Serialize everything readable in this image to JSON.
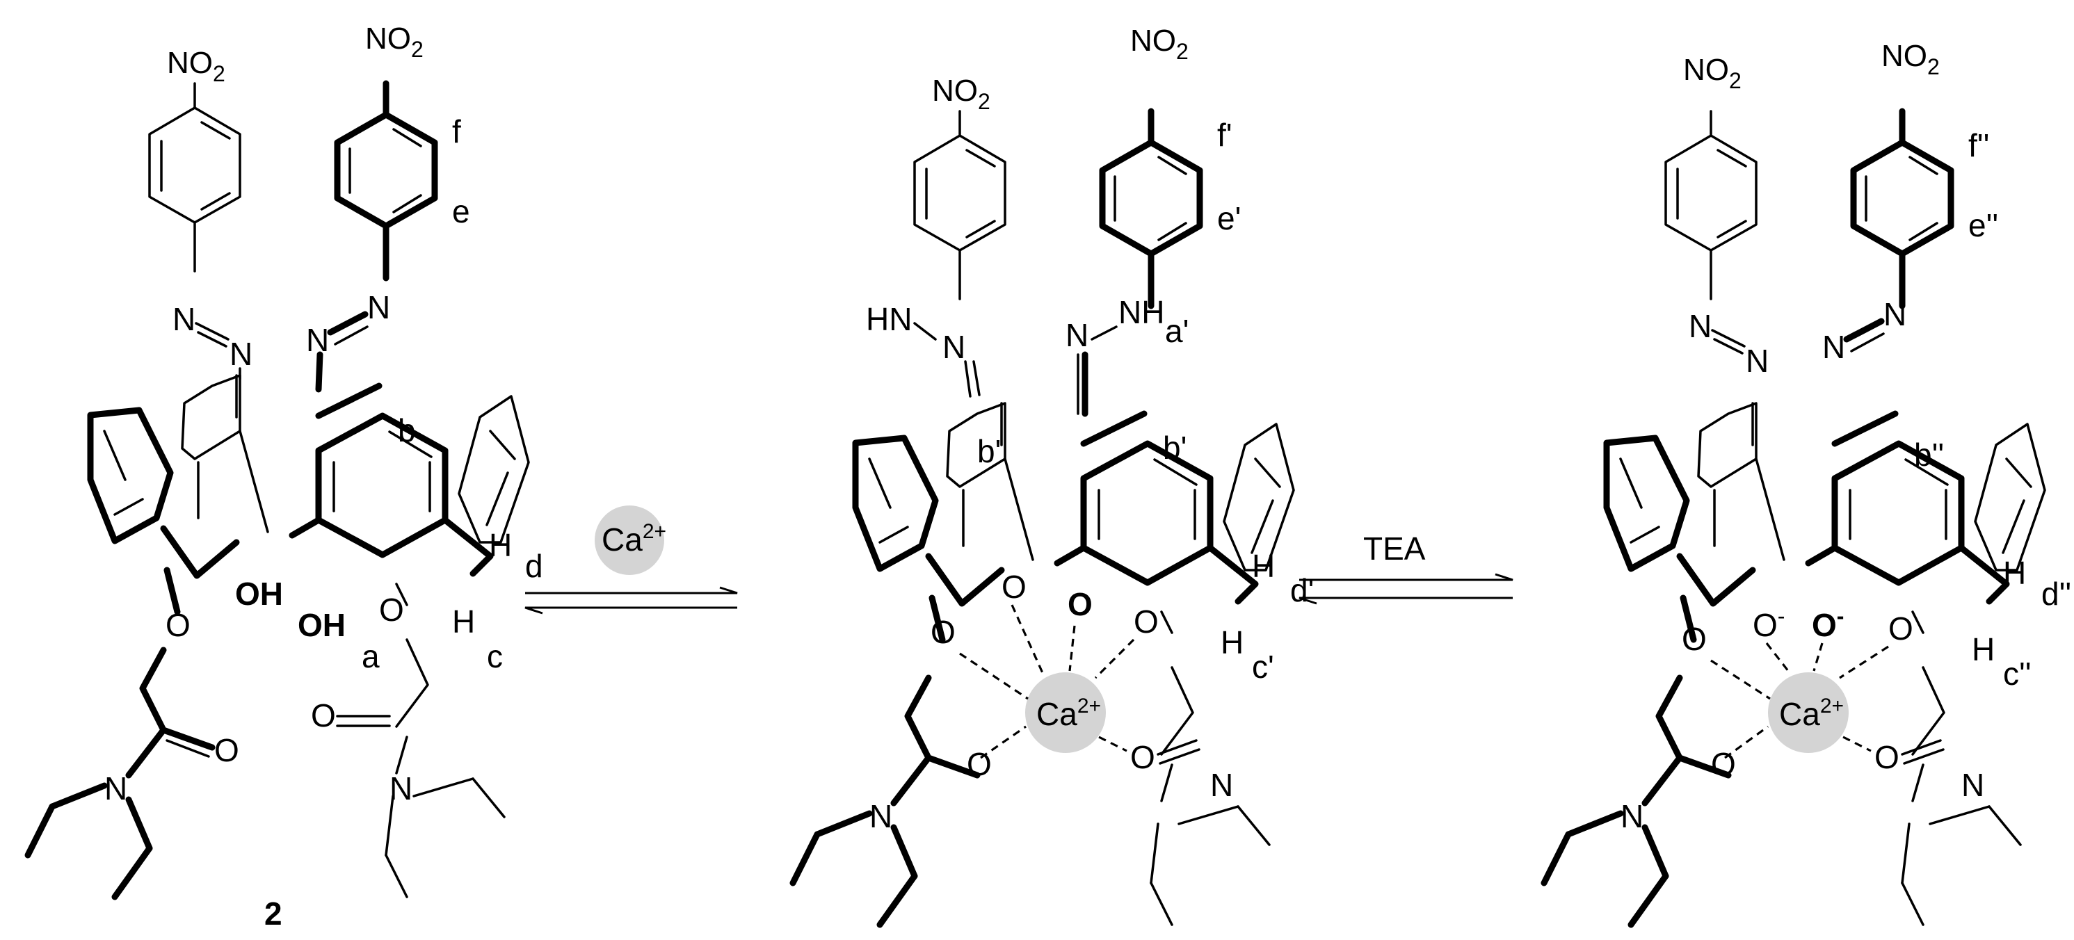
{
  "reagents": {
    "calcium_badge": "Ca",
    "calcium_charge": "2+",
    "tea": "TEA"
  },
  "colors": {
    "ion_fill": "#d4d4d4",
    "bond": "#000000",
    "background": "#ffffff"
  },
  "structures": [
    {
      "id": "compound-2",
      "compound_number": "2",
      "nitro_left": "NO",
      "nitro_right": "NO",
      "nitro_sub": "2",
      "azo_n": "N",
      "hydroxyl_1": "OH",
      "hydroxyl_2": "OH",
      "oxygen": "O",
      "amide_n": "N",
      "hydrogen": "H",
      "proton_labels": {
        "a": "a",
        "b": "b",
        "c": "c",
        "d": "d",
        "e": "e",
        "f": "f"
      }
    },
    {
      "id": "ca-complex-hydrazone",
      "nitro_left": "NO",
      "nitro_right": "NO",
      "nitro_sub": "2",
      "hydrazone_left": "HN",
      "hydrazone_right": "NH",
      "azo_n": "N",
      "oxygen": "O",
      "amide_n": "N",
      "hydrogen": "H",
      "ion": "Ca",
      "ion_charge": "2+",
      "proton_labels": {
        "a": "a'",
        "b": "b'",
        "b_inner": "b'",
        "c": "c'",
        "d": "d'",
        "e": "e'",
        "f": "f'"
      }
    },
    {
      "id": "ca-complex-phenolate",
      "nitro_left": "NO",
      "nitro_right": "NO",
      "nitro_sub": "2",
      "azo_n": "N",
      "oxygen": "O",
      "phenolate_charge": "-",
      "amide_n": "N",
      "hydrogen": "H",
      "ion": "Ca",
      "ion_charge": "2+",
      "proton_labels": {
        "b": "b''",
        "c": "c''",
        "d": "d''",
        "e": "e''",
        "f": "f''"
      }
    }
  ]
}
